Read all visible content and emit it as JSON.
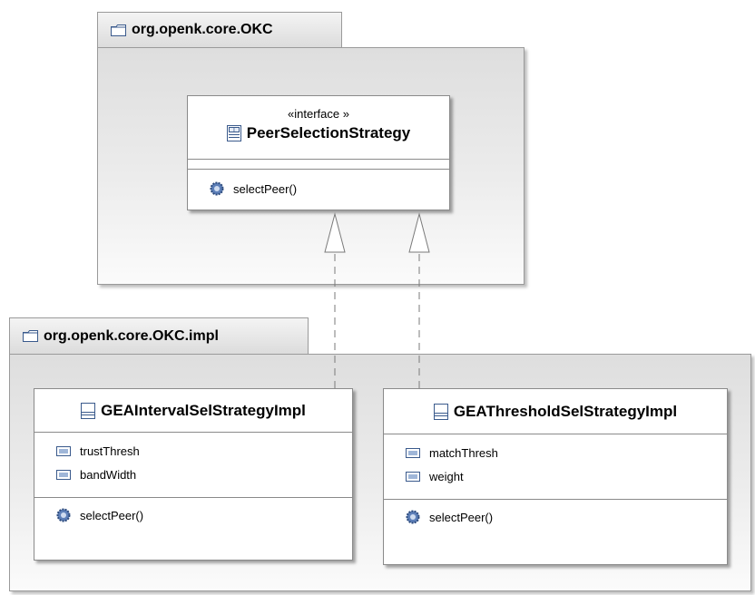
{
  "packages": {
    "top": {
      "name": "org.openk.core.OKC"
    },
    "bottom": {
      "name": "org.openk.core.OKC.impl"
    }
  },
  "interface": {
    "stereotype": "«interface »",
    "name": "PeerSelectionStrategy",
    "methods": [
      "selectPeer()"
    ]
  },
  "classes": [
    {
      "name": "GEAIntervalSelStrategyImpl",
      "fields": [
        "trustThresh",
        "bandWidth"
      ],
      "methods": [
        "selectPeer()"
      ]
    },
    {
      "name": "GEAThresholdSelStrategyImpl",
      "fields": [
        "matchThresh",
        "weight"
      ],
      "methods": [
        "selectPeer()"
      ]
    }
  ],
  "relations": [
    {
      "type": "realization",
      "from": "GEAIntervalSelStrategyImpl",
      "to": "PeerSelectionStrategy"
    },
    {
      "type": "realization",
      "from": "GEAThresholdSelStrategyImpl",
      "to": "PeerSelectionStrategy"
    }
  ],
  "colors": {
    "accent": "#3a5a8c",
    "border": "#8a8a8a"
  }
}
